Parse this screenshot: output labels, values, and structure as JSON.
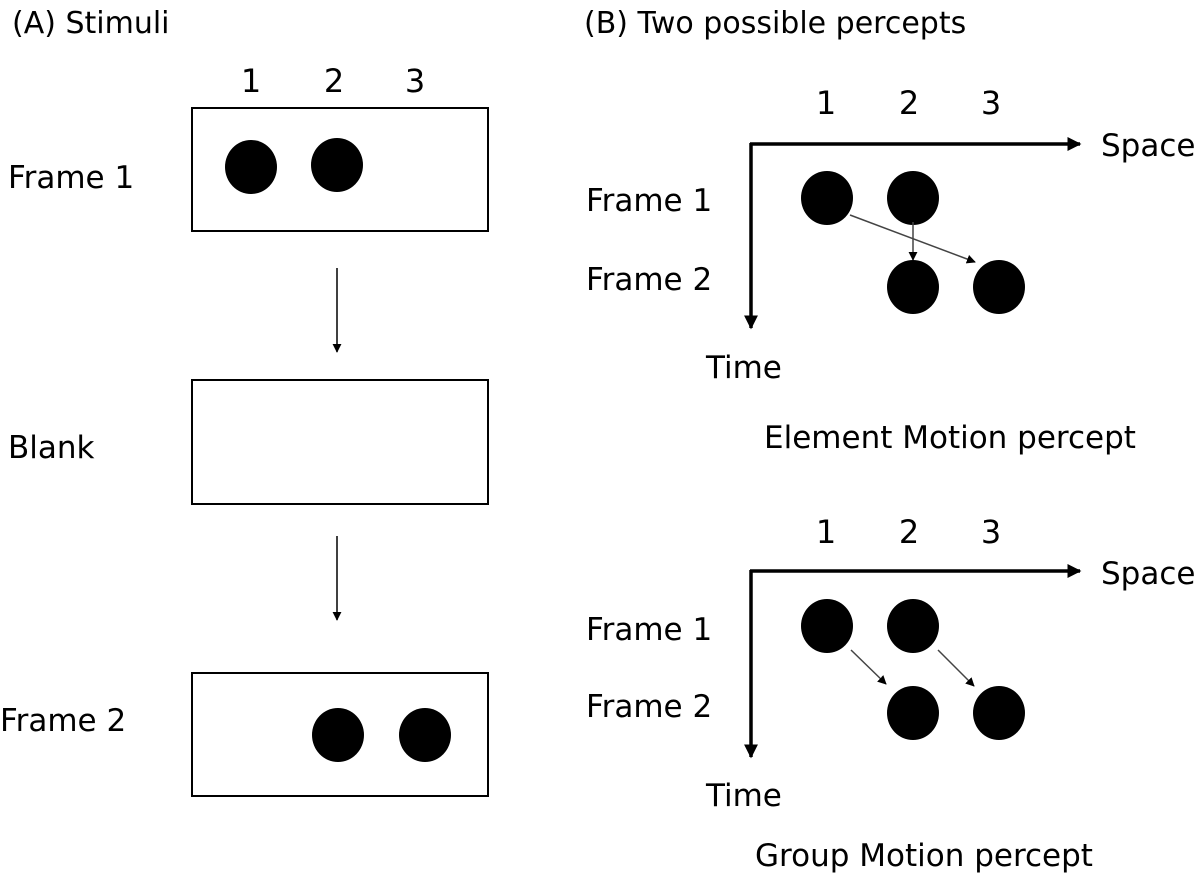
{
  "panel_a": {
    "title": "(A) Stimuli",
    "positions": [
      "1",
      "2",
      "3"
    ],
    "frame1_label": "Frame 1",
    "blank_label": "Blank",
    "frame2_label": "Frame 2"
  },
  "panel_b": {
    "title": "(B) Two possible percepts",
    "element": {
      "positions": [
        "1",
        "2",
        "3"
      ],
      "space_label": "Space",
      "time_label": "Time",
      "frame1_label": "Frame 1",
      "frame2_label": "Frame 2",
      "caption": "Element Motion percept"
    },
    "group": {
      "positions": [
        "1",
        "2",
        "3"
      ],
      "space_label": "Space",
      "time_label": "Time",
      "frame1_label": "Frame 1",
      "frame2_label": "Frame 2",
      "caption": "Group Motion percept"
    }
  }
}
